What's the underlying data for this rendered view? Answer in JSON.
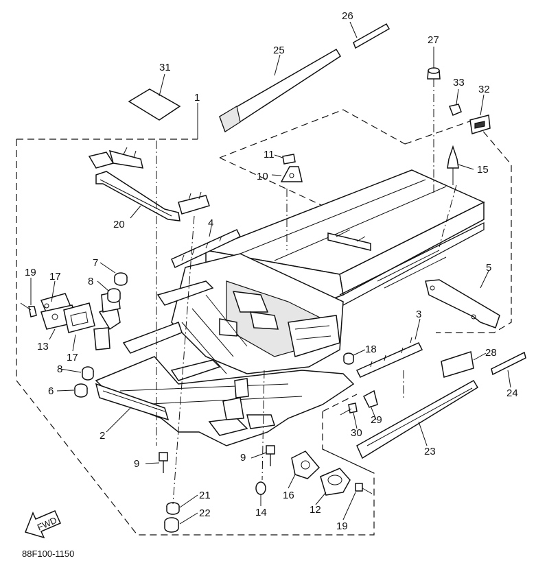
{
  "diagram": {
    "drawing_code": "88F100-1150",
    "direction_label": "FWD",
    "callouts": [
      "1",
      "2",
      "3",
      "4",
      "5",
      "6",
      "7",
      "8",
      "8",
      "9",
      "9",
      "10",
      "11",
      "12",
      "13",
      "14",
      "15",
      "16",
      "17",
      "17",
      "18",
      "19",
      "19",
      "20",
      "21",
      "22",
      "23",
      "24",
      "25",
      "26",
      "27",
      "28",
      "29",
      "30",
      "31",
      "32",
      "33"
    ]
  }
}
